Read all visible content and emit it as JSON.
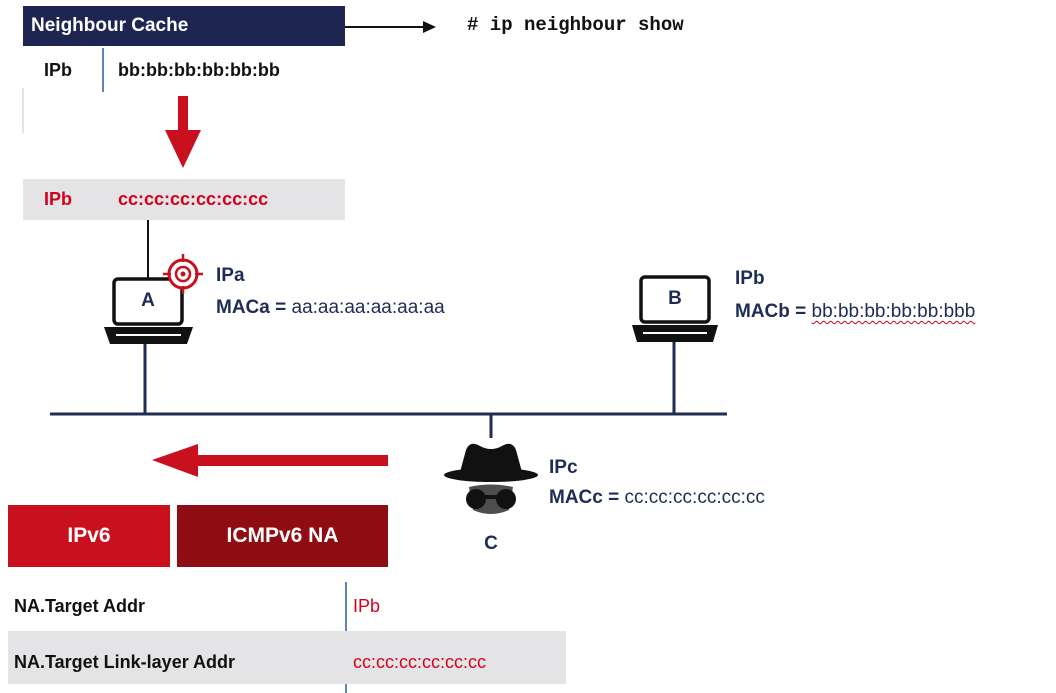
{
  "neighbour_cache": {
    "title": "Neighbour Cache",
    "command": "# ip neighbour show",
    "before": {
      "ip": "IPb",
      "mac": "bb:bb:bb:bb:bb:bb"
    },
    "after": {
      "ip": "IPb",
      "mac": "cc:cc:cc:cc:cc:cc"
    }
  },
  "hosts": {
    "a": {
      "label": "A",
      "ip": "IPa",
      "mac_label": "MACa =",
      "mac": "aa:aa:aa:aa:aa:aa"
    },
    "b": {
      "label": "B",
      "ip": "IPb",
      "mac_label": "MACb =",
      "mac": "bb:bb:bb:bb:bb:bbb"
    },
    "c": {
      "label": "C",
      "ip": "IPc",
      "mac_label": "MACc =",
      "mac": "cc:cc:cc:cc:cc:cc"
    }
  },
  "packet": {
    "layers": [
      "IPv6",
      "ICMPv6 NA"
    ],
    "fields": [
      {
        "name": "NA.Target Addr",
        "value": "IPb"
      },
      {
        "name": "NA.Target Link-layer Addr",
        "value": "cc:cc:cc:cc:cc:cc"
      }
    ]
  },
  "colors": {
    "navy": "#1d2550",
    "accent_red": "#d0021b",
    "dark_red": "#8f0d12",
    "row_gray": "#e4e4e6"
  }
}
